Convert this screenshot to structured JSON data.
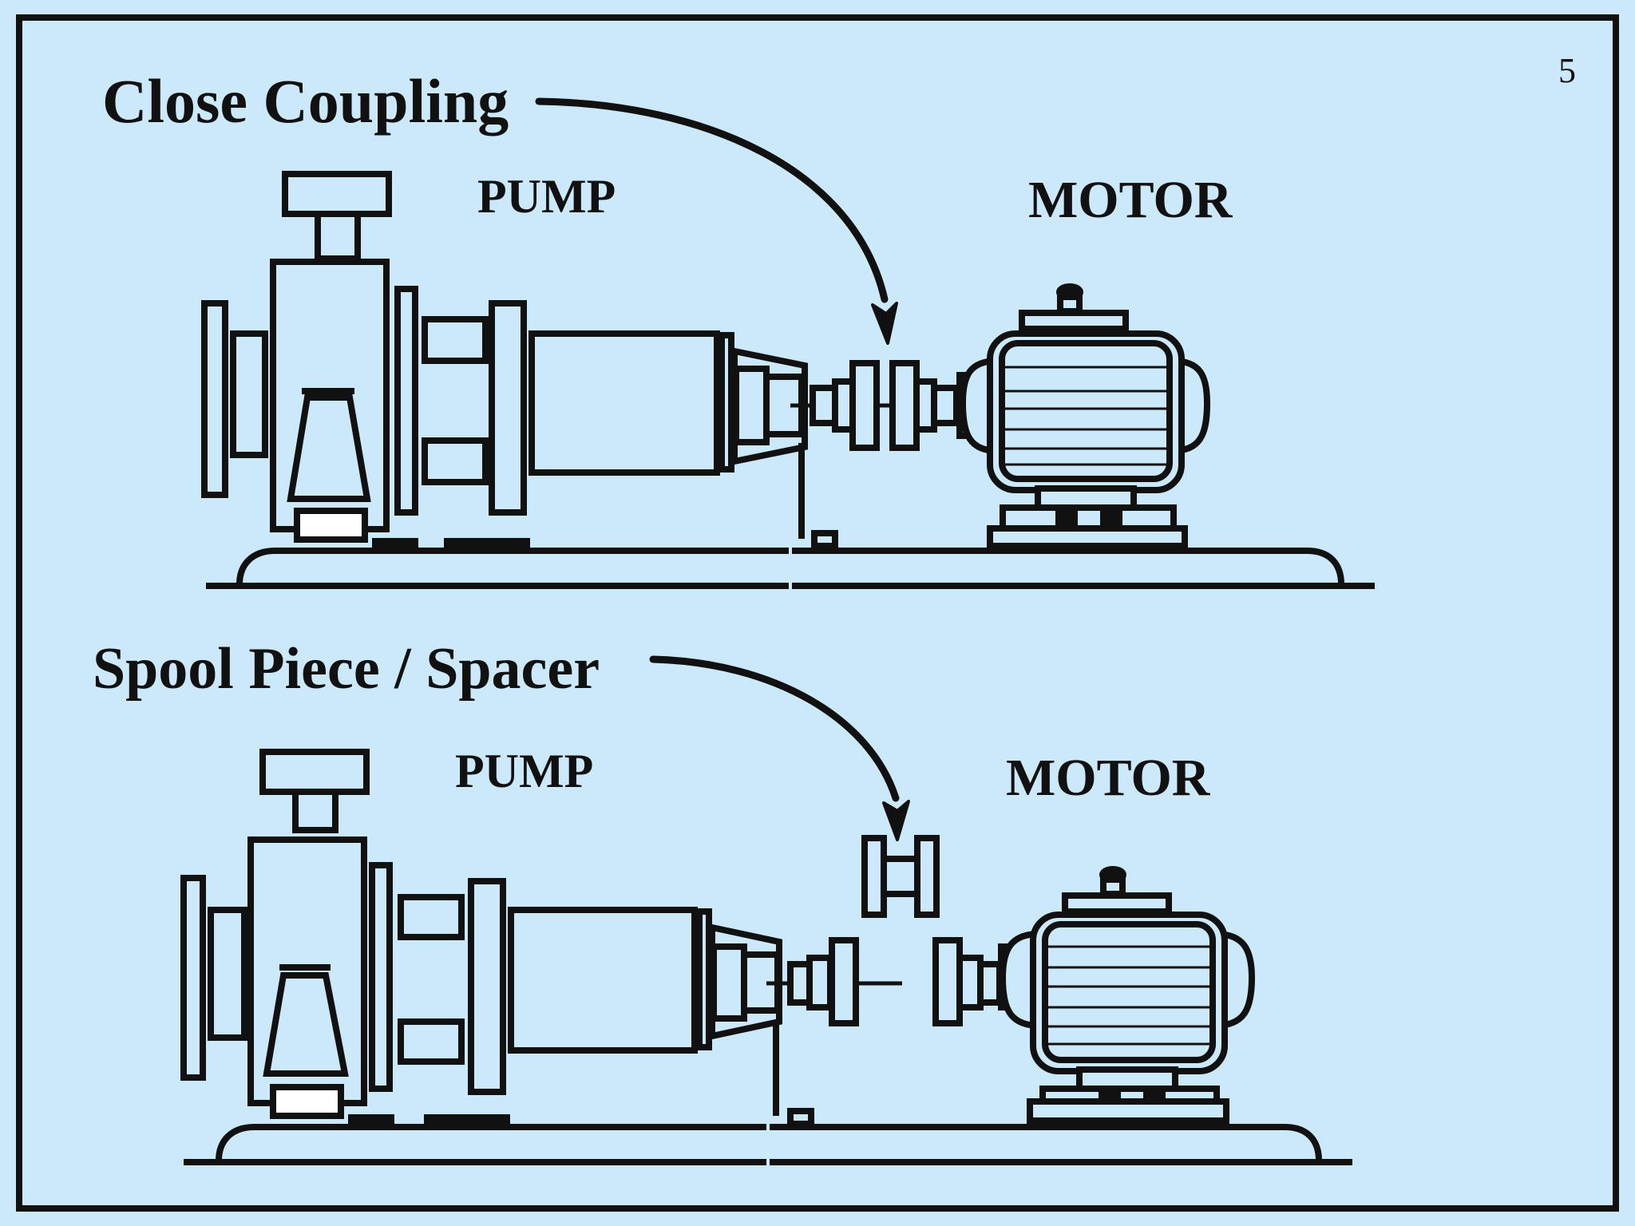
{
  "slide": {
    "page_number": "5",
    "background_color": "#cce9fb",
    "line_color": "#111111",
    "fill_color": "#ffffff"
  },
  "top_section": {
    "title": "Close Coupling",
    "pump_label": "PUMP",
    "motor_label": "MOTOR"
  },
  "bottom_section": {
    "title": "Spool Piece / Spacer",
    "pump_label": "PUMP",
    "motor_label": "MOTOR"
  }
}
